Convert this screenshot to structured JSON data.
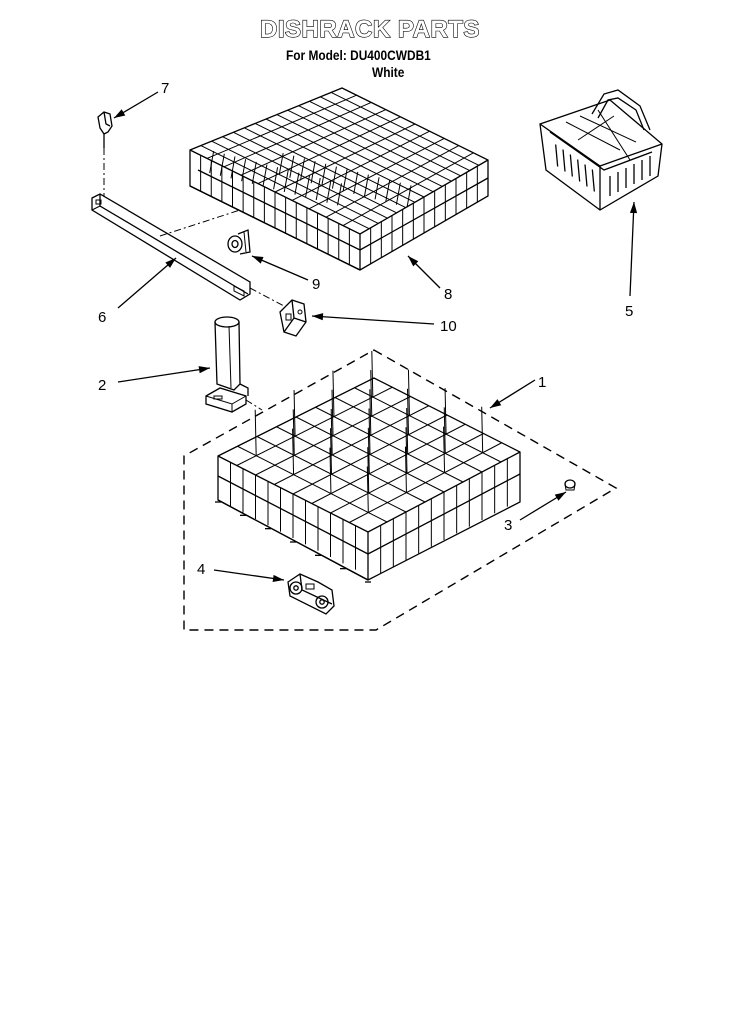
{
  "header": {
    "title": "DISHRACK PARTS",
    "model_line": "For Model: DU400CWDB1",
    "color_line": "White"
  },
  "callouts": [
    {
      "id": "1",
      "label": "1"
    },
    {
      "id": "2",
      "label": "2"
    },
    {
      "id": "3",
      "label": "3"
    },
    {
      "id": "4",
      "label": "4"
    },
    {
      "id": "5",
      "label": "5"
    },
    {
      "id": "6",
      "label": "6"
    },
    {
      "id": "7",
      "label": "7"
    },
    {
      "id": "8",
      "label": "8"
    },
    {
      "id": "9",
      "label": "9"
    },
    {
      "id": "10",
      "label": "10"
    }
  ]
}
